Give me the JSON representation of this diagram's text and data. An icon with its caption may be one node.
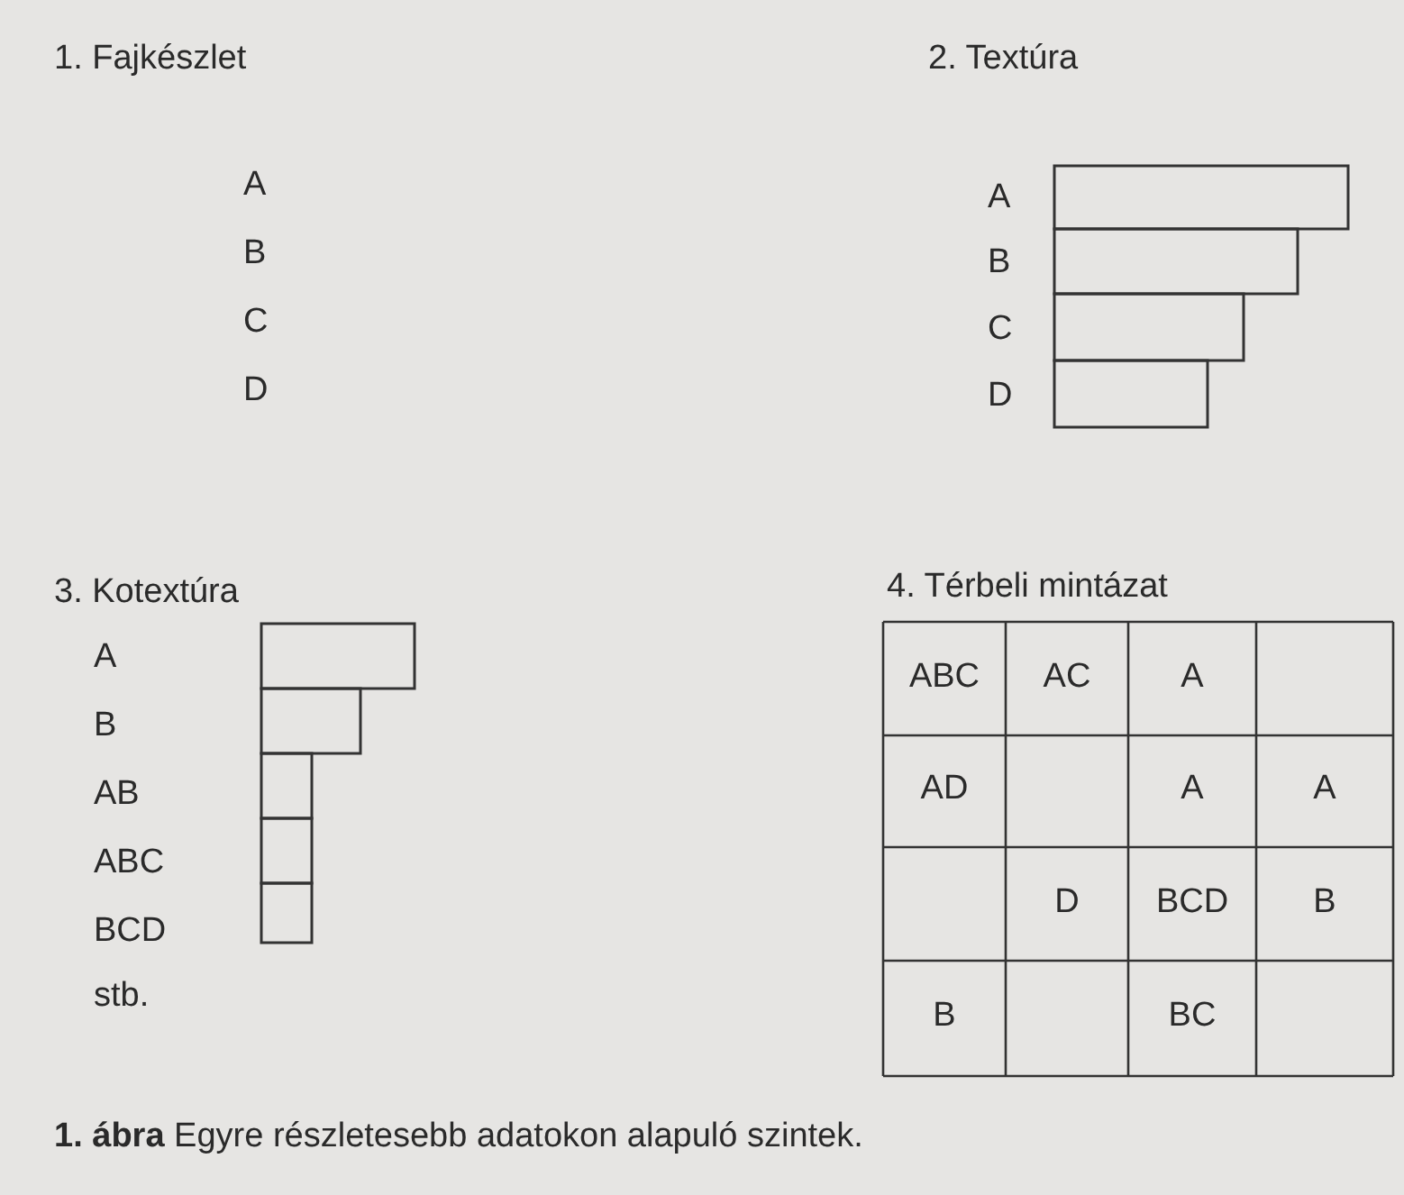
{
  "diagram": {
    "caption": "**1. ábra** Egyre részletesebb adatokon alapuló szintek.",
    "labels": [
      "1. Fajkészlet",
      "A",
      "B",
      "C",
      "D",
      "2. Textúra",
      "A",
      "B",
      "C",
      "D",
      "3. Kotextúra",
      "A",
      "B",
      "AB",
      "ABC",
      "BCD",
      "stb.",
      "4. Térbeli mintázat",
      "ABC",
      "AC",
      "A",
      "AD",
      "A",
      "A",
      "D",
      "BCD",
      "B",
      "B",
      "BC"
    ]
  }
}
